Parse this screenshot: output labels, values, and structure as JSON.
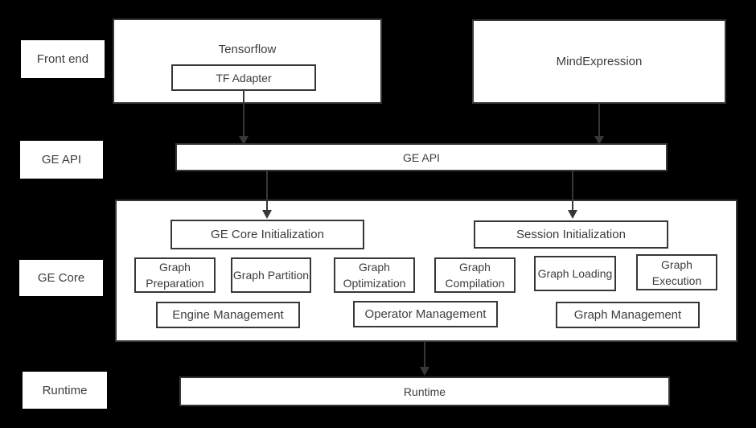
{
  "colors": {
    "background": "#000000",
    "box_fill": "#ffffff",
    "border": "#373737",
    "text": "#3d3d3d"
  },
  "row_labels": {
    "front_end": "Front end",
    "ge_api": "GE API",
    "ge_core": "GE Core",
    "runtime": "Runtime"
  },
  "front_end": {
    "tensorflow": "Tensorflow",
    "tf_adapter": "TF Adapter",
    "mind_expression": "MindExpression"
  },
  "ge_api": {
    "title": "GE API"
  },
  "ge_core": {
    "init": "GE Core Initialization",
    "session_init": "Session Initialization",
    "modules": [
      "Graph Preparation",
      "Graph Partition",
      "Graph Optimization",
      "Graph Compilation",
      "Graph Loading",
      "Graph Execution"
    ],
    "managers": [
      "Engine Management",
      "Operator Management",
      "Graph Management"
    ]
  },
  "runtime": {
    "title": "Runtime"
  }
}
